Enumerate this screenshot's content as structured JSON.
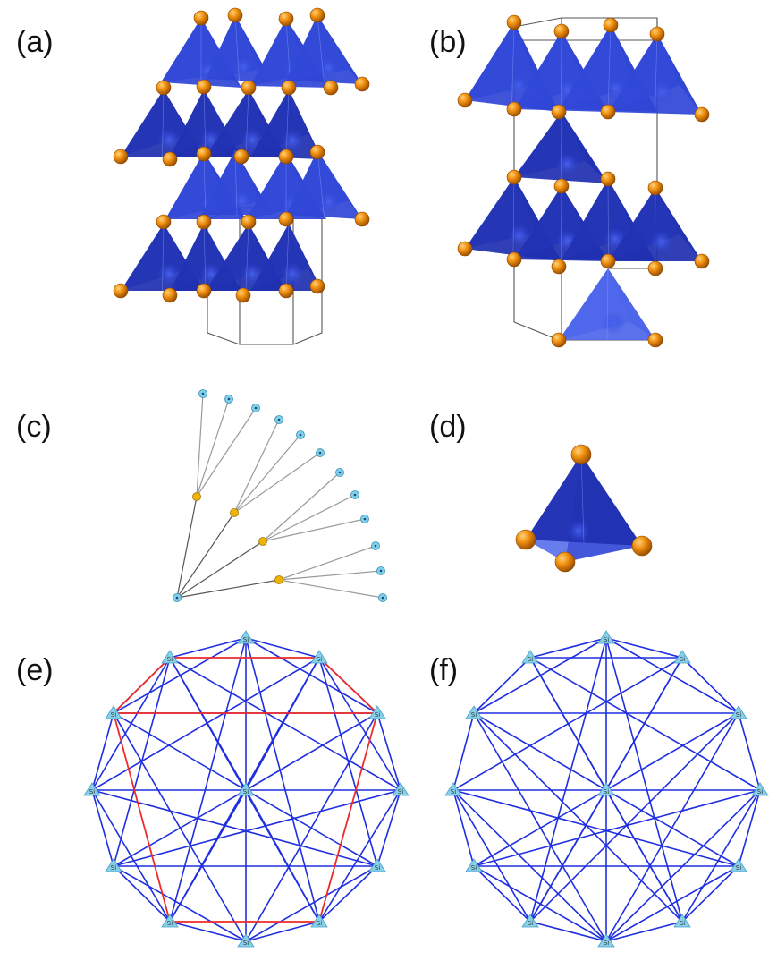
{
  "panels": [
    {
      "id": "a",
      "label": "(a)"
    },
    {
      "id": "b",
      "label": "(b)"
    },
    {
      "id": "c",
      "label": "(c)"
    },
    {
      "id": "d",
      "label": "(d)"
    },
    {
      "id": "e",
      "label": "(e)"
    },
    {
      "id": "f",
      "label": "(f)"
    }
  ],
  "graph_node_label": "Si",
  "colors": {
    "tetra_dark": "#1e2fb0",
    "tetra_mid": "#2f45d6",
    "tetra_light": "#4d66ea",
    "atom": "#e8860f",
    "atom_highlight": "#ffd27a",
    "tree_root_node": "#7fd0ee",
    "tree_mid_node": "#f0b400",
    "graph_edge": "#1f2fe0",
    "graph_edge_highlight": "#ee2a2a",
    "graph_node": "#86d0ea"
  }
}
